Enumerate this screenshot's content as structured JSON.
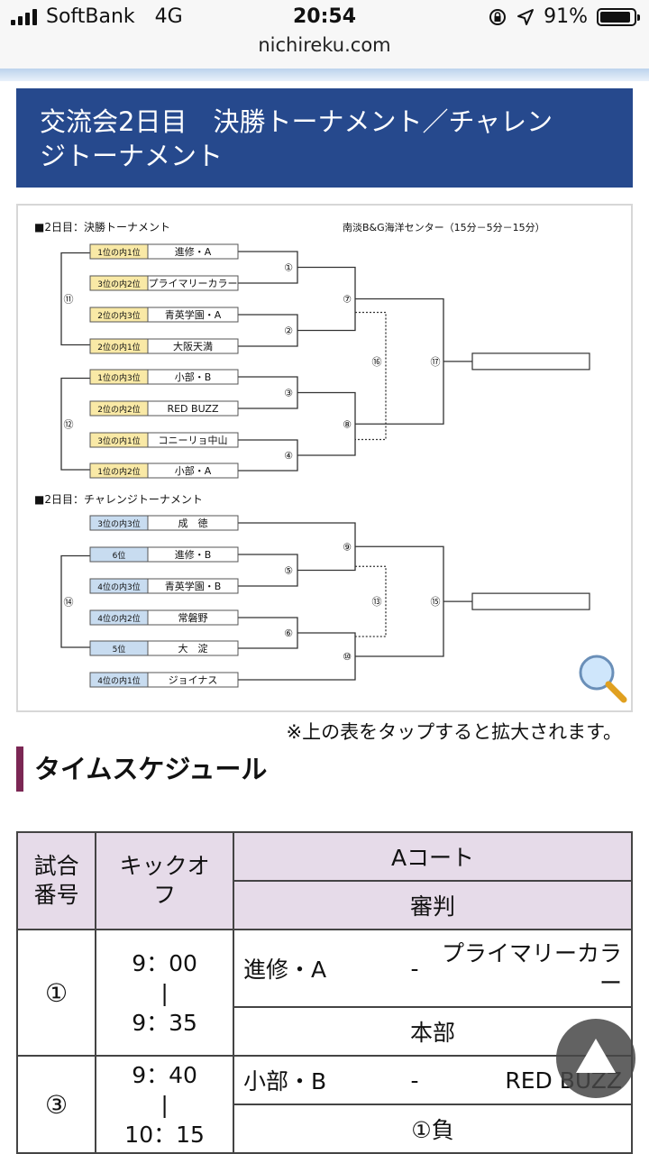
{
  "status_bar": {
    "carrier": "SoftBank",
    "network": "4G",
    "time": "20:54",
    "battery_text": "91%",
    "battery_level": 0.91,
    "icons": [
      "signal-icon",
      "lock-rotation-icon",
      "location-arrow-icon",
      "battery-icon"
    ]
  },
  "browser": {
    "url": "nichireku.com"
  },
  "page": {
    "banner_title_line1": "交流会2日目　決勝トーナメント／チャレン",
    "banner_title_line2": "ジトーナメント",
    "tap_note": "※上の表をタップすると拡大されます。",
    "section_title": "タイムスケジュール"
  },
  "bracket": {
    "final_title": "■2日目：決勝トーナメント",
    "venue": "南淡B&G海洋センター（15分－5分－15分）",
    "final_entries": [
      {
        "seed": "1位の内1位",
        "team": "進修・A",
        "seed_color": "#f9e9a6"
      },
      {
        "seed": "3位の内2位",
        "team": "プライマリーカラー",
        "seed_color": "#f9e9a6"
      },
      {
        "seed": "2位の内3位",
        "team": "青英学園・A",
        "seed_color": "#f9e9a6"
      },
      {
        "seed": "2位の内1位",
        "team": "大阪天満",
        "seed_color": "#f9e9a6"
      },
      {
        "seed": "1位の内3位",
        "team": "小部・B",
        "seed_color": "#f9e9a6"
      },
      {
        "seed": "2位の内2位",
        "team": "RED BUZZ",
        "seed_color": "#f9e9a6"
      },
      {
        "seed": "3位の内1位",
        "team": "コニーリョ中山",
        "seed_color": "#f9e9a6"
      },
      {
        "seed": "1位の内2位",
        "team": "小部・A",
        "seed_color": "#f9e9a6"
      }
    ],
    "final_match_labels": {
      "m1": "①",
      "m2": "②",
      "m3": "③",
      "m4": "④",
      "m7": "⑦",
      "m8": "⑧",
      "m11": "⑪",
      "m12": "⑫",
      "m16": "⑯",
      "m17": "⑰"
    },
    "challenge_title": "■2日目：チャレンジトーナメント",
    "challenge_entries": [
      {
        "seed": "3位の内3位",
        "team": "成　徳",
        "seed_color": "#c8dcf0"
      },
      {
        "seed": "6位",
        "team": "進修・B",
        "seed_color": "#c8dcf0"
      },
      {
        "seed": "4位の内3位",
        "team": "青英学園・B",
        "seed_color": "#c8dcf0"
      },
      {
        "seed": "4位の内2位",
        "team": "常磐野",
        "seed_color": "#c8dcf0"
      },
      {
        "seed": "5位",
        "team": "大　淀",
        "seed_color": "#c8dcf0"
      },
      {
        "seed": "4位の内1位",
        "team": "ジョイナス",
        "seed_color": "#c8dcf0"
      }
    ],
    "challenge_match_labels": {
      "m5": "⑤",
      "m6": "⑥",
      "m9": "⑨",
      "m10": "⑩",
      "m13": "⑬",
      "m14": "⑭",
      "m15": "⑮"
    },
    "zoom_icon": "magnifier-icon"
  },
  "schedule": {
    "header": {
      "match_no": "試合番号",
      "match_no_line1": "試合",
      "match_no_line2": "番号",
      "kickoff_line1": "キックオ",
      "kickoff_line2": "フ",
      "court": "Aコート",
      "referee": "審判"
    },
    "rows": [
      {
        "no": "①",
        "start": "9：00",
        "sep": "|",
        "end": "9：35",
        "team1": "進修・A",
        "dash": "-",
        "team2": "プライマリーカラー",
        "referee": "本部"
      },
      {
        "no": "③",
        "start": "9：40",
        "sep": "|",
        "end": "10：15",
        "team1": "小部・B",
        "dash": "-",
        "team2": "RED BUZZ",
        "referee": "①負"
      }
    ]
  },
  "scroll_top": {
    "icon": "triangle-up-icon"
  }
}
